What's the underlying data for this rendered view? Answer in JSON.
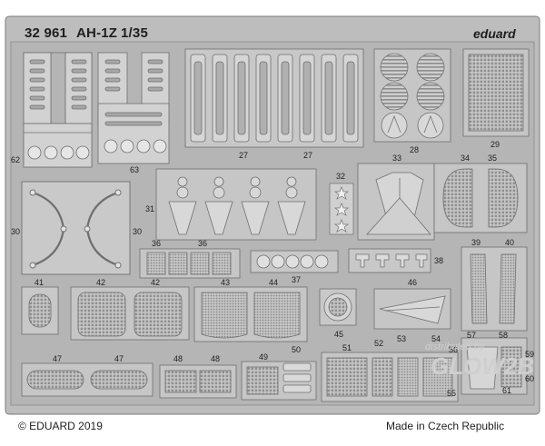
{
  "header": {
    "code": "32 961",
    "model": "AH-1Z",
    "scale": "1/35",
    "brand": "eduard"
  },
  "footer": {
    "copyright": "© EDUARD 2019",
    "origin": "Made in Czech Republic"
  },
  "watermark": {
    "line1": "distributed by",
    "line2": "GLOW2B"
  },
  "colors": {
    "fret": "#b9b9b9",
    "part": "#d3d3d3",
    "edge": "#707070",
    "hole": "#f2f2f2",
    "mesh": "#9a9a9a"
  },
  "part_numbers": {
    "p27a": "27",
    "p27b": "27",
    "p28": "28",
    "p29": "29",
    "p30a": "30",
    "p30b": "30",
    "p31": "31",
    "p32": "32",
    "p33": "33",
    "p34": "34",
    "p35": "35",
    "p36a": "36",
    "p36b": "36",
    "p37": "37",
    "p38": "38",
    "p39": "39",
    "p40": "40",
    "p41": "41",
    "p42a": "42",
    "p42b": "42",
    "p43": "43",
    "p44": "44",
    "p45": "45",
    "p46": "46",
    "p47a": "47",
    "p47b": "47",
    "p48a": "48",
    "p48b": "48",
    "p49": "49",
    "p50": "50",
    "p51": "51",
    "p52": "52",
    "p53": "53",
    "p54": "54",
    "p55": "55",
    "p56": "56",
    "p57": "57",
    "p58": "58",
    "p59": "59",
    "p60": "60",
    "p61": "61",
    "p62": "62",
    "p63": "63"
  }
}
